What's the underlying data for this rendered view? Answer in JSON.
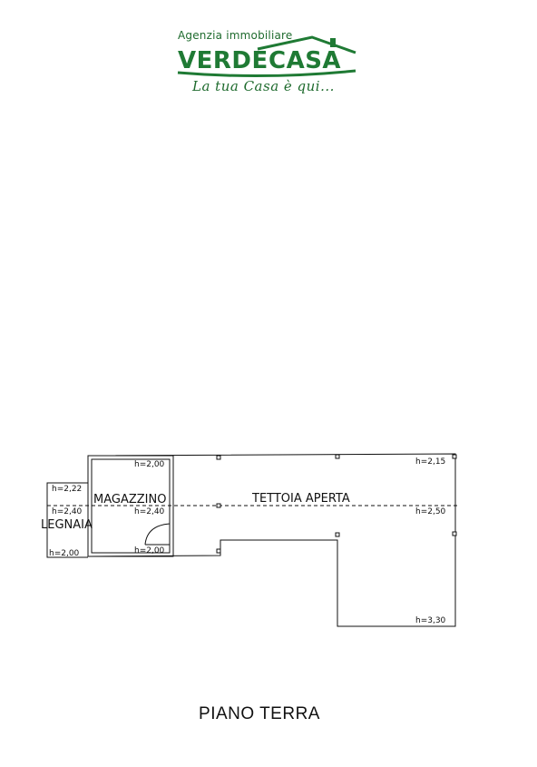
{
  "logo": {
    "agency_label": "Agenzia immobiliare",
    "brand_word_1": "VERDE",
    "brand_word_2": "CASA",
    "slogan": "La tua Casa è qui...",
    "brand_color": "#1f7a34"
  },
  "plan": {
    "rooms": {
      "magazzino": "MAGAZZINO",
      "tettoia": "TETTOIA APERTA",
      "legnaia": "LEGNAIA"
    },
    "heights": {
      "magazzino_top": "h=2,00",
      "magazzino_mid": "h=2,40",
      "magazzino_bottom": "h=2,00",
      "legnaia_top": "h=2,22",
      "legnaia_mid": "h=2,40",
      "legnaia_bottom": "h=2,00",
      "tettoia_top": "h=2,15",
      "tettoia_mid": "h=2,50",
      "tettoia_bottom": "h=3,30"
    }
  },
  "floor_title": "PIANO TERRA"
}
